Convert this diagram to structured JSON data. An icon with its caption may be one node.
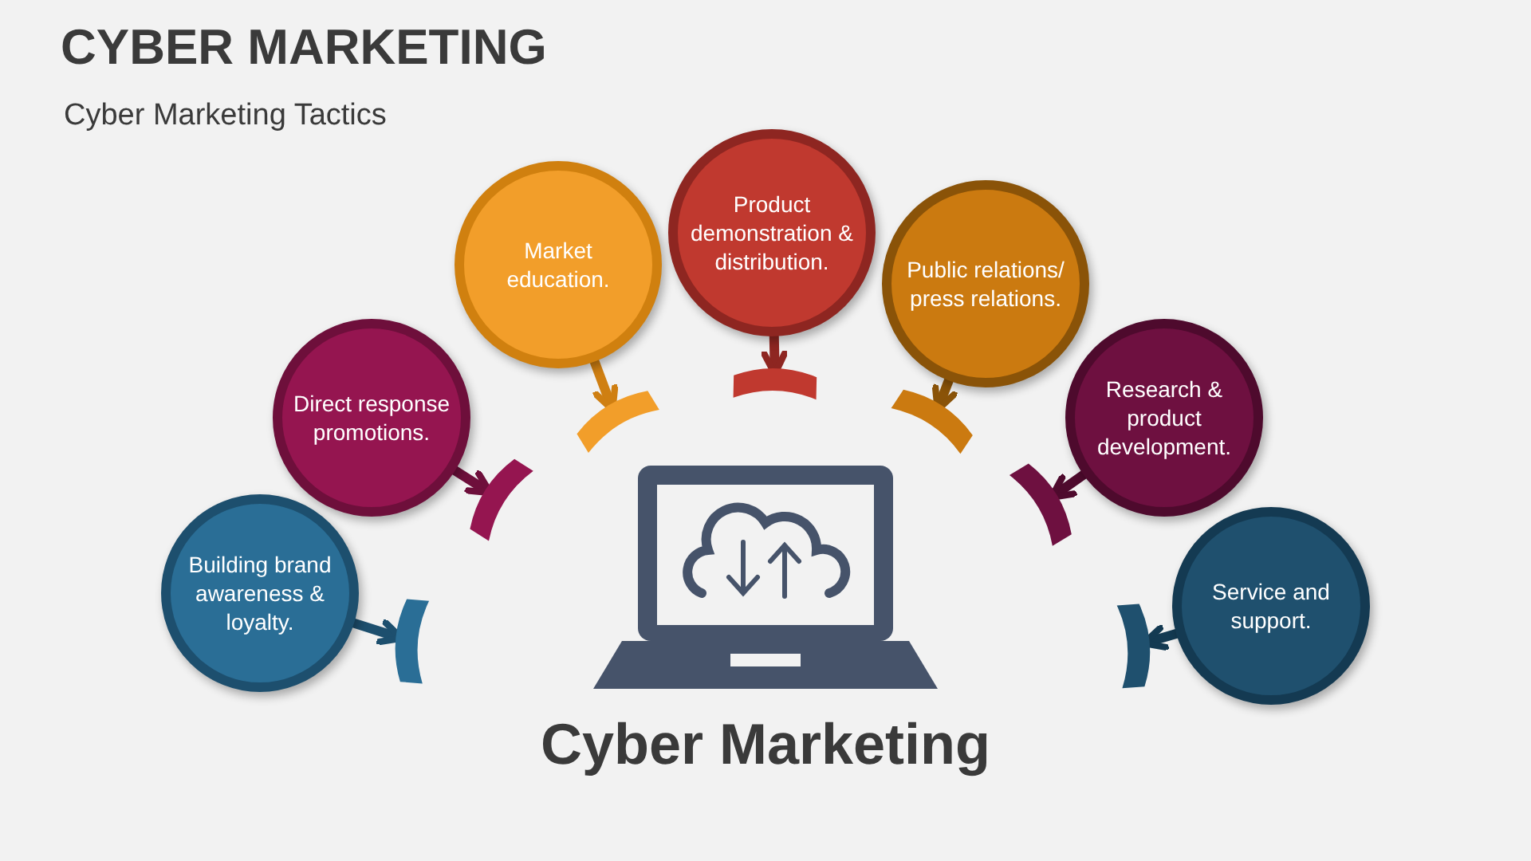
{
  "diagram": {
    "title": "CYBER MARKETING",
    "caption": "Cyber Marketing Tactics",
    "nodes": [
      {
        "text": [
          "Building brand awareness & loyalty."
        ]
      },
      {
        "text": [
          "Direct response promotions."
        ]
      },
      {
        "text": [
          "Market education."
        ]
      },
      {
        "text": [
          "Product demonstration & distribution."
        ]
      },
      {
        "text": [
          "Public relations/ press relations."
        ]
      },
      {
        "text": [
          "Research & product development."
        ]
      },
      {
        "text": [
          "Service and support."
        ]
      },
      {
        "text": [],
        "shape": "bar"
      },
      {
        "text": [],
        "shape": "bar"
      },
      {
        "text": [],
        "shape": "bar"
      },
      {
        "text": [],
        "shape": "bar"
      },
      {
        "text": [],
        "shape": "bar"
      },
      {
        "text": [],
        "shape": "bar"
      },
      {
        "text": [],
        "shape": "bar"
      }
    ],
    "edges": [
      {
        "from": 0,
        "to": 7,
        "arrow": "to",
        "color": "#1d4f6e"
      },
      {
        "from": 1,
        "to": 8,
        "arrow": "to",
        "color": "#6e0f3b"
      },
      {
        "from": 2,
        "to": 9,
        "arrow": "to",
        "color": "#cf7f12"
      },
      {
        "from": 3,
        "to": 10,
        "arrow": "to",
        "color": "#8e2621"
      },
      {
        "from": 4,
        "to": 11,
        "arrow": "to",
        "color": "#8a5308"
      },
      {
        "from": 5,
        "to": 12,
        "arrow": "to",
        "color": "#4e0a2d"
      },
      {
        "from": 6,
        "to": 13,
        "arrow": "to",
        "color": "#143a52"
      }
    ],
    "labels": [
      "Cyber Marketing"
    ]
  }
}
